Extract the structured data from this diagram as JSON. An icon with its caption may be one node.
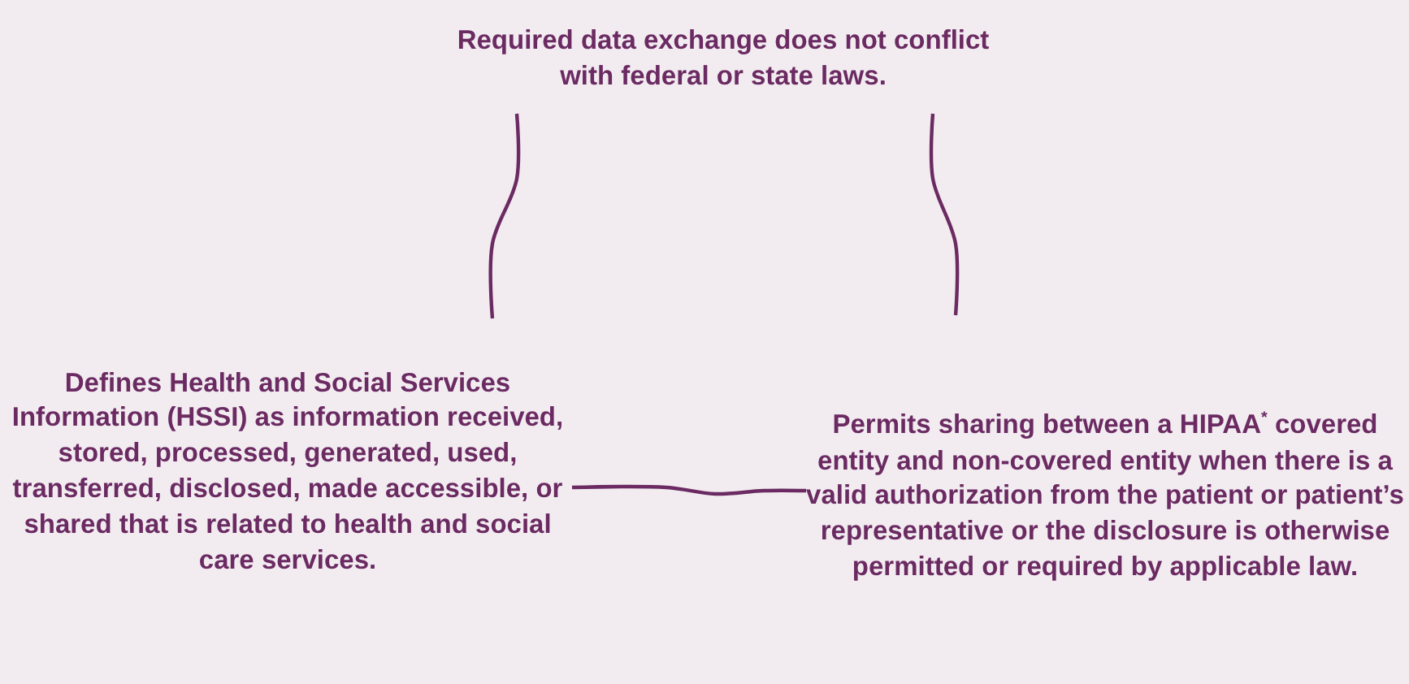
{
  "diagram": {
    "nodes": [
      {
        "text": [
          "Required data exchange does not conflict with federal or state laws."
        ]
      },
      {
        "text": [
          "Defines Health and Social Services Information (HSSI) as information received, stored, processed, generated, used, transferred, disclosed, made accessible, or shared that is related to health and social care services."
        ]
      },
      {
        "text": [
          "Permits sharing between a HIPAA$^{*}$ covered entity and non-covered entity when there is a valid authorization from the patient or patient’s representative or the disclosure is otherwise permitted or required by applicable law."
        ]
      }
    ],
    "edges": [
      {
        "from": 0,
        "to": 1,
        "arrow": "none"
      },
      {
        "from": 0,
        "to": 2,
        "arrow": "none"
      },
      {
        "from": 1,
        "to": 2,
        "arrow": "none"
      }
    ]
  }
}
